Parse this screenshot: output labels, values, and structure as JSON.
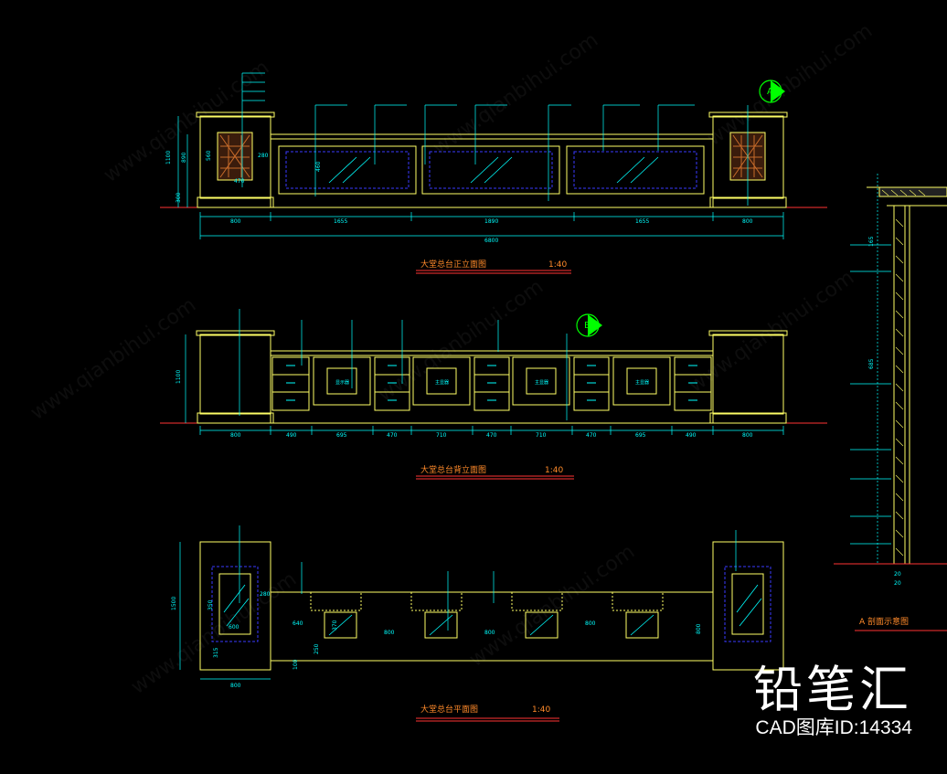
{
  "front_elevation": {
    "title": "大堂总台正立面图",
    "scale": "1:40",
    "section_mark": "A",
    "dims_bottom": [
      "800",
      "1655",
      "1890",
      "1655",
      "800"
    ],
    "dims_total": "6800",
    "dims_left": [
      "1100",
      "300",
      "890"
    ],
    "dims_inner": [
      "560",
      "280",
      "460",
      "470"
    ]
  },
  "back_elevation": {
    "title": "大堂总台背立面图",
    "scale": "1:40",
    "section_mark": "B",
    "dims_bottom": [
      "800",
      "490",
      "695",
      "470",
      "710",
      "470",
      "710",
      "470",
      "695",
      "490",
      "800"
    ],
    "dims_left": [
      "1100"
    ],
    "monitor_labels": [
      "显示器",
      "主显器",
      "主显器",
      "主显器"
    ]
  },
  "plan": {
    "title": "大堂总台平面图",
    "scale": "1:40",
    "dims_left": [
      "1500"
    ],
    "dims_bottom": [
      "800"
    ],
    "dims_inner": [
      "640",
      "800",
      "800",
      "800",
      "350",
      "600",
      "280",
      "250",
      "370",
      "315",
      "800",
      "100"
    ]
  },
  "section": {
    "title": "A 剖面示意图",
    "dims": [
      "165",
      "685",
      "20",
      "20"
    ]
  },
  "brand": {
    "name": "铅笔汇",
    "id_text": "CAD图库ID:14334"
  },
  "watermark": "www.qianbihui.com",
  "colors": {
    "background": "#000000",
    "outline": "#ffff66",
    "dimension": "#00ffff",
    "ground": "#ff3333",
    "title": "#ff8a2a",
    "glass": "#3a3aff",
    "marker": "#00ff00"
  }
}
